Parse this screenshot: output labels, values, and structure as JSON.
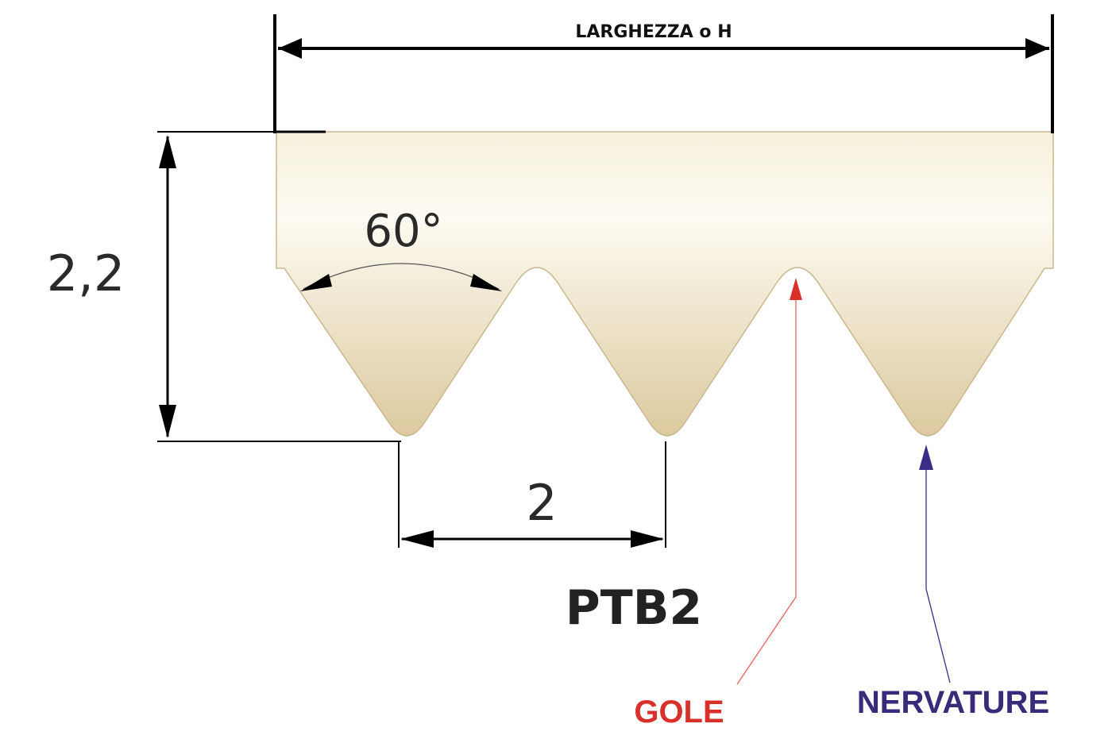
{
  "labels": {
    "width": "LARGHEZZA o H",
    "height": "2,2",
    "angle": "60°",
    "pitch": "2",
    "model": "PTB2",
    "grooves": "GOLE",
    "ribs": "NERVATURE"
  },
  "colors": {
    "belt_top": "#f6f0dc",
    "belt_mid": "#fdfbf2",
    "belt_bottom": "#dcc99e",
    "belt_outline": "#c9b88f",
    "dimension_line": "#000000",
    "grooves_label": "#d9302c",
    "grooves_pointer": "#e8605a",
    "ribs_label": "#3a2a7a",
    "ribs_pointer": "#3b2d86"
  }
}
